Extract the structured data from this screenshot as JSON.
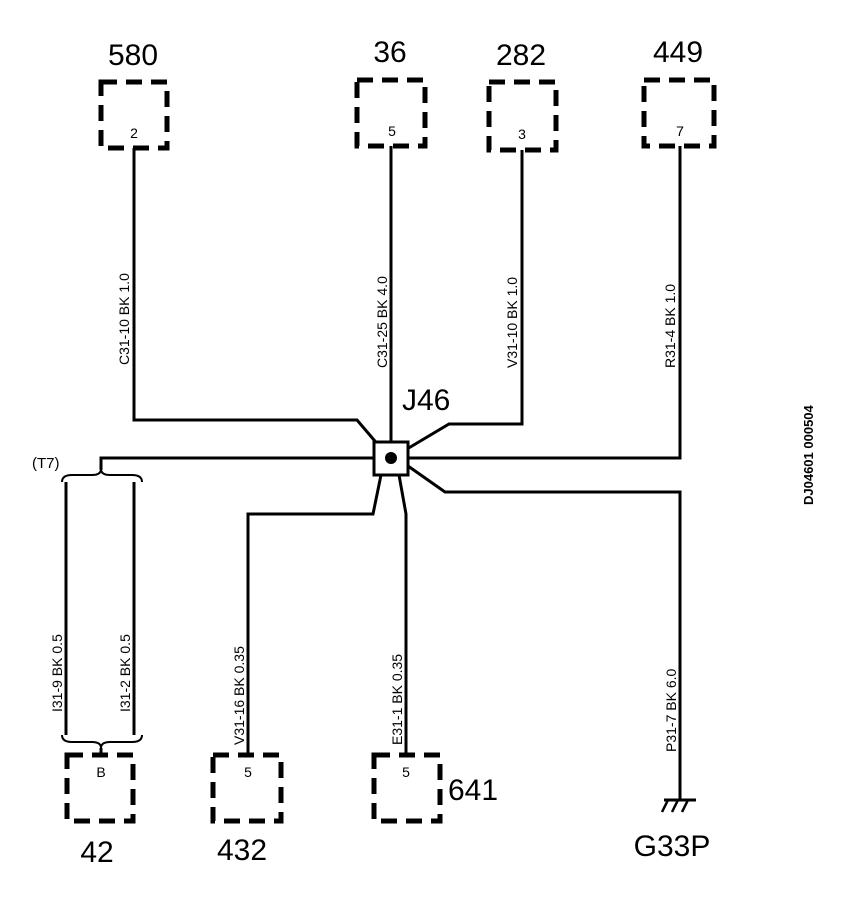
{
  "splice": {
    "id": "J46"
  },
  "top_components": [
    {
      "id": "580",
      "pin": "2",
      "wire": {
        "circuit": "C31-10",
        "color": "BK",
        "gauge": "1.0"
      }
    },
    {
      "id": "36",
      "pin": "5",
      "wire": {
        "circuit": "C31-25",
        "color": "BK",
        "gauge": "4.0"
      }
    },
    {
      "id": "282",
      "pin": "3",
      "wire": {
        "circuit": "V31-10",
        "color": "BK",
        "gauge": "1.0"
      }
    },
    {
      "id": "449",
      "pin": "7",
      "wire": {
        "circuit": "R31-4",
        "color": "BK",
        "gauge": "1.0"
      }
    }
  ],
  "bottom_components": [
    {
      "id": "42",
      "pin": "B"
    },
    {
      "id": "432",
      "pin": "5",
      "wire": {
        "circuit": "V31-16",
        "color": "BK",
        "gauge": "0.35"
      }
    },
    {
      "id": "641",
      "pin": "5",
      "wire": {
        "circuit": "E31-1",
        "color": "BK",
        "gauge": "0.35"
      }
    }
  ],
  "twisted_pair": {
    "label": "(T7)",
    "wires": [
      {
        "circuit": "I31-9",
        "color": "BK",
        "gauge": "0.5"
      },
      {
        "circuit": "I31-2",
        "color": "BK",
        "gauge": "0.5"
      }
    ]
  },
  "ground": {
    "id": "G33P",
    "wire": {
      "circuit": "P31-7",
      "color": "BK",
      "gauge": "6.0"
    }
  },
  "drawing_code": "DJ04601 000504"
}
